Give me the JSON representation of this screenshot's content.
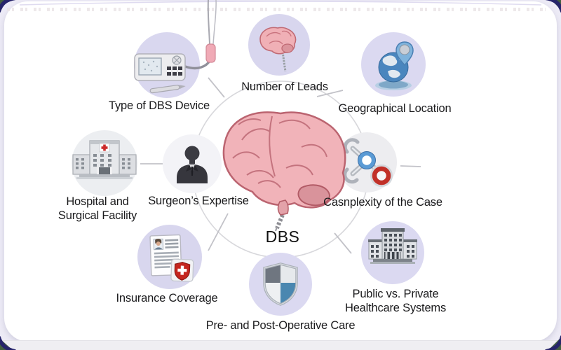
{
  "title": "DBS factors diagram",
  "diagram": {
    "center": {
      "label": "DBS",
      "icon": "brain-with-electrode-icon"
    },
    "nodes": [
      {
        "id": "type-of-dbs-device",
        "label": "Type of DBS Device",
        "icon": "dbs-device-icon"
      },
      {
        "id": "number-of-leads",
        "label": "Number of Leads",
        "icon": "small-brain-lead-icon"
      },
      {
        "id": "geographical-location",
        "label": "Geographical Location",
        "icon": "globe-pin-icon"
      },
      {
        "id": "hospital-surgical-facility",
        "label": "Hospital and\nSurgical Facility",
        "icon": "hospital-building-icon"
      },
      {
        "id": "surgeons-expertise",
        "label": "Surgeon’s Expertise",
        "icon": "surgeon-silhouette-icon"
      },
      {
        "id": "complexity-of-the-case",
        "label": "Casnplexity of the Case",
        "icon": "surgical-tool-icon"
      },
      {
        "id": "insurance-coverage",
        "label": "Insurance Coverage",
        "icon": "insurance-document-icon"
      },
      {
        "id": "pre-post-operative-care",
        "label": "Pre- and Post-Operative Care",
        "icon": "quartered-shield-icon"
      },
      {
        "id": "public-private-healthcare",
        "label": "Public vs. Private\nHealthcare Systems",
        "icon": "government-building-icon"
      }
    ]
  },
  "colors": {
    "circle_lavender": "#d7d5ee",
    "circle_gray": "#eceef1",
    "connector_gray": "#c6c6cc",
    "corner_navy": "#26246a",
    "corner_green": "#43603f",
    "brain_pink": "#f1b3b9",
    "accent_red": "#c5261f",
    "accent_blue": "#4a87b0"
  }
}
